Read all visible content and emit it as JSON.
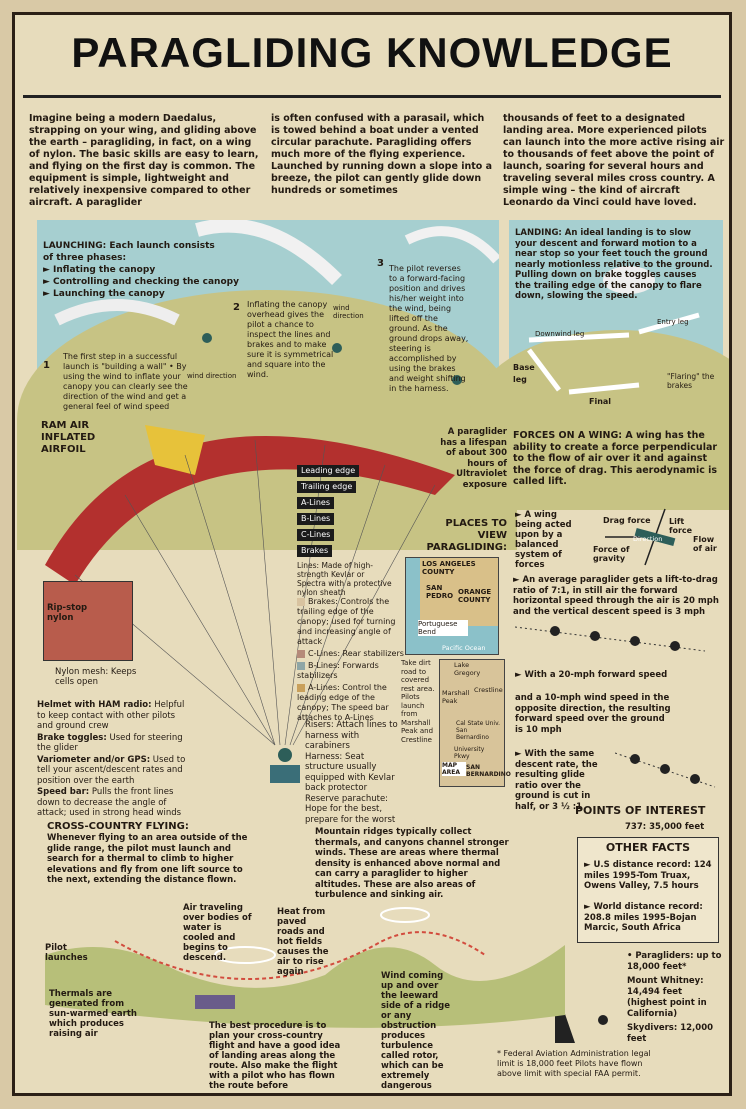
{
  "title": "PARAGLIDING KNOWLEDGE",
  "intro": {
    "col1": "Imagine being a modern Daedalus, strapping on your wing, and gliding above the earth – paragliding, in fact, on a wing of nylon. The basic skills are easy to learn, and flying on the first day is common. The equipment is simple, lightweight and relatively inexpensive compared to other aircraft. A paraglider",
    "col2": "is often confused with a parasail, which is towed behind a boat under a vented circular parachute. Paragliding offers much more of the flying experience. Launched by running down a slope into a breeze, the pilot can gently glide down hundreds or sometimes",
    "col3": "thousands of feet to a designated landing area. More experienced pilots can launch into the more active rising air to thousands of feet above the point of launch, soaring for several hours and traveling several miles cross country. A simple wing – the kind of aircraft Leonardo da Vinci could have loved."
  },
  "launching": {
    "heading": "LAUNCHING: Each launch consists of three phases:",
    "phases": [
      "► Inflating the canopy",
      "► Controlling and checking the canopy",
      "► Launching the canopy"
    ],
    "step1": "The first step in a successful launch is \"building a wall\" • By using the wind to inflate your canopy you can clearly see the direction of the wind and get a general feel of wind speed",
    "step2": "Inflating the canopy overhead gives the pilot a chance to inspect the lines and brakes and to make sure it is symmetrical and square into the wind.",
    "step3": "The pilot reverses to a forward-facing position and drives his/her weight into the wind, being lifted off the ground. As the ground drops away, steering is accomplished by using the brakes and weight shifting in the harness.",
    "n1": "1",
    "n2": "2",
    "n3": "3",
    "wind1": "wind direction",
    "wind2": "wind direction"
  },
  "landing": {
    "text": "LANDING: An ideal landing is to slow your descent and forward motion to a near stop so your feet touch the ground nearly motionless relative to the ground. Pulling down on brake toggles causes the trailing edge of the canopy to flare down, slowing the speed.",
    "downwind": "Downwind leg",
    "entry": "Entry leg",
    "base": "Base leg",
    "final": "Final",
    "flaring": "\"Flaring\" the brakes"
  },
  "wing": {
    "ramair": "RAM AIR INFLATED AIRFOIL",
    "lifespan": "A paraglider has a lifespan of about 300 hours of Ultraviolet exposure",
    "labels": [
      "Leading edge",
      "Trailing edge",
      "A-Lines",
      "B-Lines",
      "C-Lines",
      "Brakes"
    ],
    "lines": "Lines: Made of high-strength Kevlar or Spectra with a protective nylon sheath",
    "legend": [
      {
        "text": "Brakes: Controls the trailing edge of the canopy; used for turning and increasing angle of attack",
        "color": "#d8c3a0"
      },
      {
        "text": "C-Lines: Rear stabilizers",
        "color": "#b58a7a"
      },
      {
        "text": "B-Lines: Forwards stabilizers",
        "color": "#8fa6a6"
      },
      {
        "text": "A-Lines: Control the leading edge of the canopy; The speed bar attaches to A-Lines",
        "color": "#c9a05b"
      }
    ],
    "ripstop": "Rip-stop nylon",
    "mesh": "Nylon mesh: Keeps cells open"
  },
  "equipment": {
    "left": [
      {
        "k": "Helmet with HAM radio:",
        "v": "Helpful to keep contact with other pilots and ground crew"
      },
      {
        "k": "Brake toggles:",
        "v": "Used for steering the glider"
      },
      {
        "k": "Variometer and/or GPS:",
        "v": "Used to tell your ascent/descent rates and position over the earth"
      },
      {
        "k": "Speed bar:",
        "v": "Pulls the front lines down to decrease the angle of attack; used in strong head winds"
      }
    ],
    "right": "Risers: Attach lines to harness with carabiners\nHarness: Seat structure usually equipped with Kevlar back protector\nReserve parachute: Hope for the best, prepare for the worst"
  },
  "places": {
    "heading": "PLACES TO VIEW PARAGLIDING:",
    "la": "LOS ANGELES COUNTY",
    "sanpedro": "SAN PEDRO",
    "orange": "ORANGE COUNTY",
    "portuguese": "Portuguese Bend",
    "pacific": "Pacific Ocean",
    "dirt": "Take dirt road to covered rest area. Pilots launch from Marshall Peak and Crestline",
    "lake": "Lake Gregory",
    "crestline": "Crestline",
    "marshall": "Marshall Peak",
    "calstate": "Cal State Univ. San Bernardino",
    "univ": "University Pkwy",
    "sb": "SAN BERNARDINO",
    "maparea": "MAP AREA"
  },
  "forces": {
    "heading": "FORCES ON A WING:",
    "text": "A wing has the ability to create a force perpendicular to the flow of air over it and against the force of drag. This aerodynamic is called lift.",
    "balanced": "► A wing being acted upon by a balanced system of forces",
    "drag": "Drag force",
    "lift": "Lift force",
    "gravity": "Force of gravity",
    "direction": "Direction",
    "flow": "Flow of air",
    "ratio": "► An average paraglider gets a lift-to-drag ratio of 7:1, in still air the forward horizontal speed through the air is 20 mph and the vertical descent speed is 3 mph",
    "forward": "► With a 20-mph forward speed",
    "wind10": "and a 10-mph wind speed in the opposite direction, the resulting forward speed over the ground is 10 mph",
    "same": "► With the same descent rate, the resulting glide ratio over the ground is cut in half, or 3 ½ :1"
  },
  "poi": {
    "heading": "POINTS OF INTEREST",
    "item": "737: 35,000 feet"
  },
  "facts": {
    "heading": "OTHER FACTS",
    "items": [
      "► U.S distance record: 124 miles 1995-Tom Truax, Owens Valley, 7.5 hours",
      "► World distance record: 208.8 miles 1995-Bojan Marcic, South Africa"
    ]
  },
  "altitudes": [
    "• Paragliders: up to 18,000 feet*",
    "Mount Whitney: 14,494 feet (highest point in California)",
    "Skydivers: 12,000 feet"
  ],
  "faa": "* Federal Aviation Administration legal limit is 18,000 feet Pilots have flown above limit with special FAA permit.",
  "cross": {
    "heading": "CROSS-COUNTRY FLYING:",
    "text": "Whenever flying to an area outside of the glide range, the pilot must launch and search for a thermal to climb to higher elevations and fly from one lift source to the next, extending the distance flown.",
    "ridges": "Mountain ridges typically collect thermals, and canyons channel stronger winds. These are areas where thermal density is enhanced above normal and can carry a paraglider to higher altitudes. These are also areas of turbulence and sinking air.",
    "water": "Air traveling over bodies of water is cooled and begins to descend.",
    "heat": "Heat from paved roads and hot fields causes the air to rise again",
    "pilot": "Pilot launches",
    "thermals": "Thermals are generated from sun-warmed earth which produces raising air",
    "best": "The best procedure is to plan your cross-country flight and have a good idea of landing areas along the route. Also make the flight with a pilot who has flown the route before",
    "rotor": "Wind coming up and over the leeward side of a ridge or any obstruction produces turbulence called rotor, which can be extremely dangerous"
  },
  "colors": {
    "sky": "#a6cfd0",
    "wing_red": "#b3302e",
    "wing_yellow": "#e7c23a",
    "hill": "#b7bf79"
  }
}
